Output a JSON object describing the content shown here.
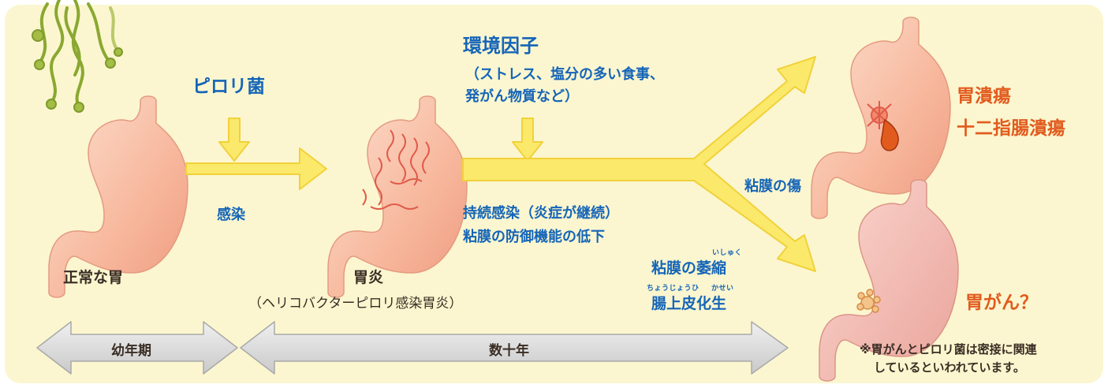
{
  "labels": {
    "bacterium": "ピロリ菌",
    "infection": "感染",
    "normal_stomach": "正常な胃",
    "gastritis": "胃炎",
    "gastritis_sub": "（ヘリコバクターピロリ感染胃炎）",
    "env_title": "環境因子",
    "env_line1": "（ストレス、塩分の多い食事、",
    "env_line2": "発がん物質など）",
    "persistent_line1": "持続感染（炎症が継続）",
    "persistent_line2": "粘膜の防御機能の低下",
    "mucosal_damage": "粘膜の傷",
    "atrophy": "粘膜の萎縮",
    "atrophy_ruby": "いしゅく",
    "metaplasia": "腸上皮化生",
    "metaplasia_ruby_a": "ちょうじょうひ",
    "metaplasia_ruby_b": "かせい",
    "ulcer1": "胃潰瘍",
    "ulcer2": "十二指腸潰瘍",
    "cancer": "胃がん？",
    "note_line1": "※胃がんとピロリ菌は密接に関連",
    "note_line2": "しているといわれています。",
    "period_childhood": "幼年期",
    "period_decades": "数十年"
  },
  "colors": {
    "background": "#fbf6cf",
    "arrow_fill": "#fbe96c",
    "arrow_stroke": "#f1d13a",
    "text_blue": "#1565b8",
    "text_dark": "#3a2d24",
    "text_orange": "#e25b1e",
    "stomach": "#f6b69a",
    "period_arrow": "#d3d3d3"
  },
  "icons": [
    "bacteria-icon",
    "normal-stomach-icon",
    "inflamed-stomach-icon",
    "ulcer-stomach-icon",
    "cancer-stomach-icon"
  ]
}
